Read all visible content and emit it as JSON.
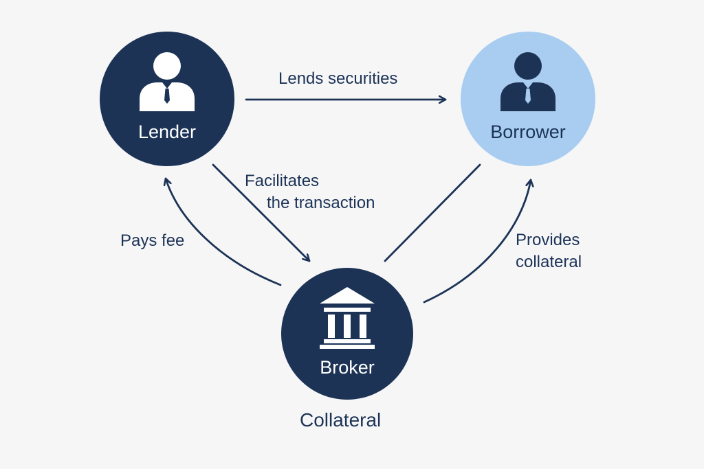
{
  "diagram": {
    "nodes": {
      "lender": {
        "label": "Lender",
        "icon": "person-icon"
      },
      "borrower": {
        "label": "Borrower",
        "icon": "person-icon"
      },
      "broker": {
        "label": "Broker",
        "icon": "bank-building-icon"
      }
    },
    "edges": {
      "lends_securities": "Lends securities",
      "facilitates_line1": "Facilitates",
      "facilitates_line2": "the transaction",
      "pays_fee": "Pays fee",
      "provides_line1": "Provides",
      "provides_line2": "collateral"
    },
    "caption": "Collateral"
  },
  "colors": {
    "navy": "#1c3356",
    "light_blue": "#a9cdf0",
    "background": "#f6f6f7"
  }
}
